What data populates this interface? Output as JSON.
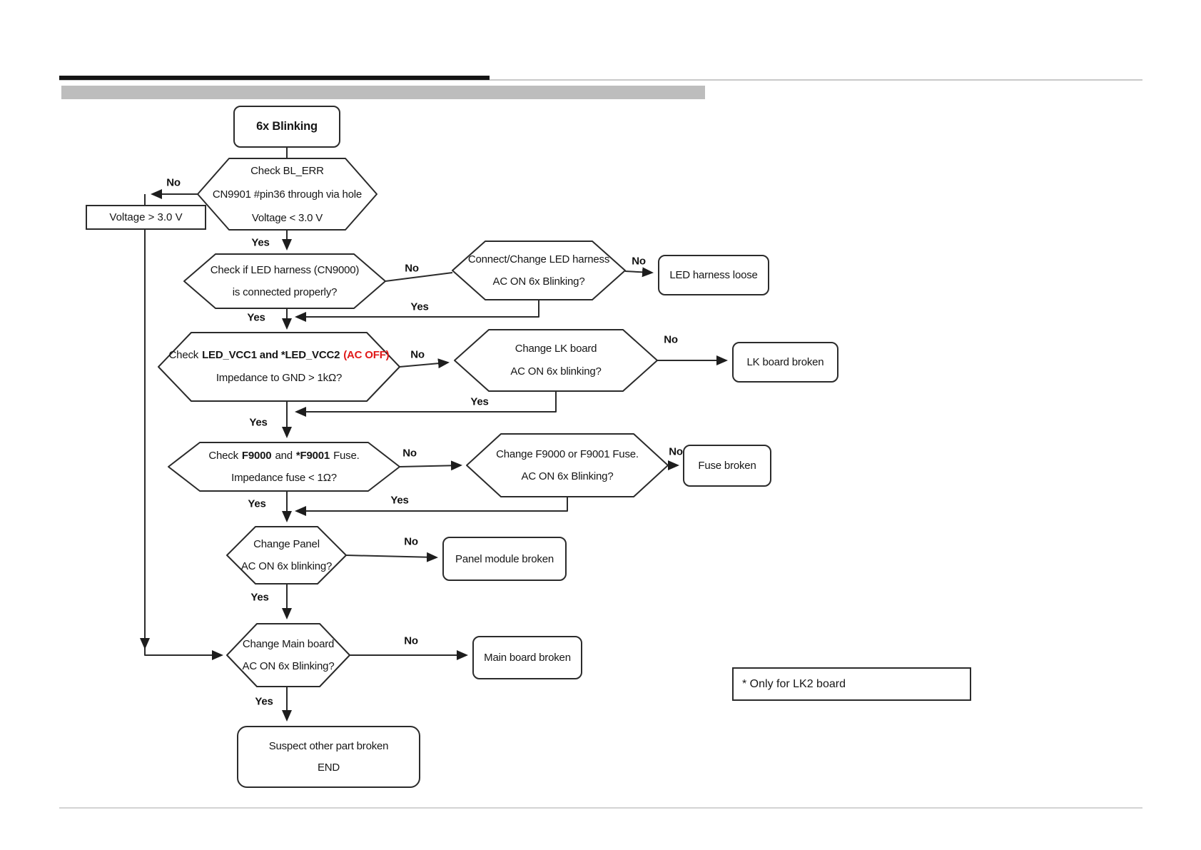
{
  "flow": {
    "start": "6x Blinking",
    "hex_bl_err": {
      "l1": "Check BL_ERR",
      "l2": "CN9901 #pin36 through via hole",
      "l3": "Voltage < 3.0 V"
    },
    "voltage_box": "Voltage > 3.0 V",
    "hex_led_harness": {
      "l1": "Check if LED harness (CN9000)",
      "l2": "is connected properly?"
    },
    "hex_connect_harness": {
      "l1": "Connect/Change LED harness",
      "l2": "AC ON 6x Blinking?"
    },
    "led_harness_loose": "LED harness loose",
    "hex_led_vcc": {
      "l1a": "Check",
      "l1b": "LED_VCC1 and *LED_VCC2",
      "l1c": "(AC OFF)",
      "l2": "Impedance to GND > 1kΩ?"
    },
    "hex_change_lk": {
      "l1": "Change LK board",
      "l2": "AC ON 6x blinking?"
    },
    "lk_board_broken": "LK board broken",
    "hex_fuse": {
      "l1a": "Check",
      "l1b": "F9000",
      "l1c": "and",
      "l1d": "*F9001",
      "l1e": "Fuse.",
      "l2": "Impedance fuse < 1Ω?"
    },
    "hex_change_fuse": {
      "l1": "Change F9000 or F9001 Fuse.",
      "l2": "AC ON 6x Blinking?"
    },
    "fuse_broken": "Fuse broken",
    "hex_change_panel": {
      "l1": "Change Panel",
      "l2": "AC ON 6x blinking?"
    },
    "panel_module_broken": "Panel module broken",
    "hex_change_main": {
      "l1": "Change Main board",
      "l2": "AC ON 6x Blinking?"
    },
    "main_board_broken": "Main board broken",
    "end_box": {
      "l1": "Suspect other part broken",
      "l2": "END"
    },
    "note": "* Only for LK2 board",
    "labels": {
      "yes": "Yes",
      "no": "No"
    }
  },
  "colors": {
    "accent_red": "#e01818",
    "shape_stroke": "#2b2b2b",
    "header_bar_gray": "#bdbdbd"
  }
}
